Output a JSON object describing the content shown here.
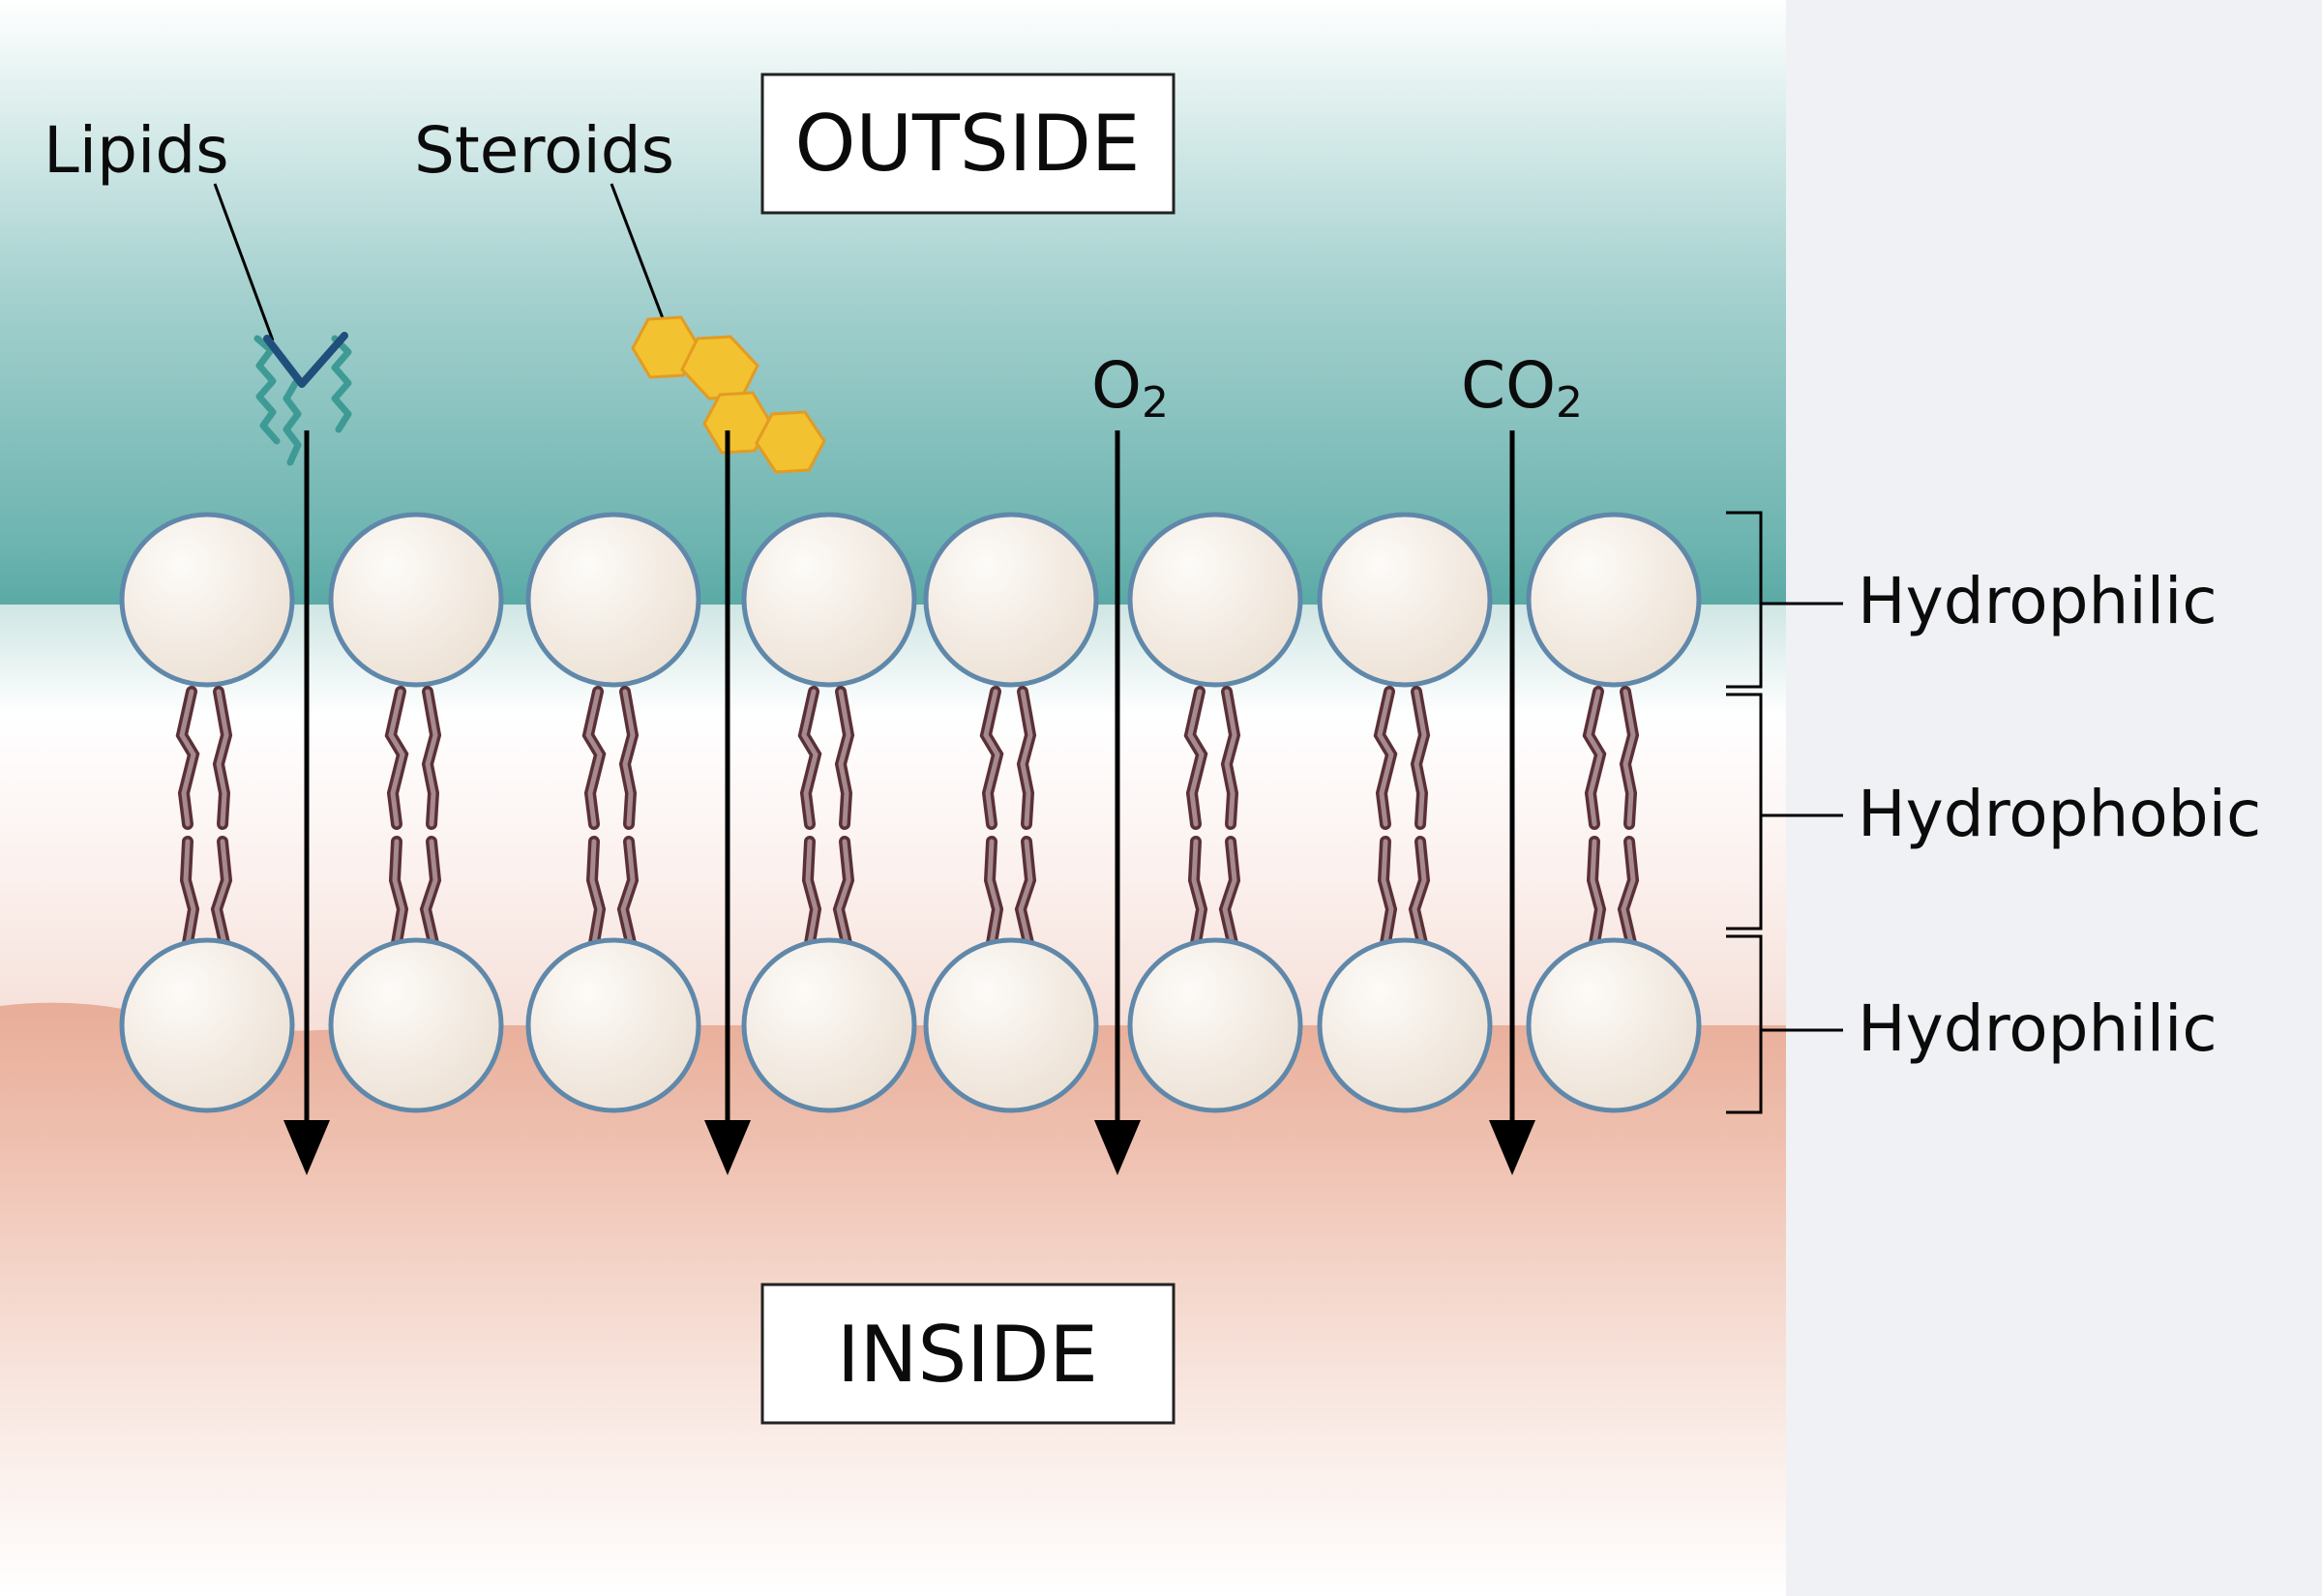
{
  "labels": {
    "outside": "OUTSIDE",
    "inside": "INSIDE",
    "lipids": "Lipids",
    "steroids": "Steroids",
    "o2": "O",
    "o2_sub": "2",
    "co2": "CO",
    "co2_sub": "2",
    "layer_top": "Hydrophilic",
    "layer_middle": "Hydrophobic",
    "layer_bottom": "Hydrophilic"
  },
  "colors": {
    "outside_water": "#5aaaa6",
    "inside_cytoplasm": "#efc3b2",
    "lipid_head_fill": "#f6efe7",
    "lipid_head_stroke": "#5f88aa",
    "lipid_tail": "#5a3036",
    "lipid_molecule": "#3e9a94",
    "steroid": "#f2c230",
    "arrow": "#000000"
  },
  "icons": {
    "lipid": "lipid-molecule-icon",
    "steroid": "steroid-rings-icon",
    "phospholipid": "phospholipid-icon"
  }
}
